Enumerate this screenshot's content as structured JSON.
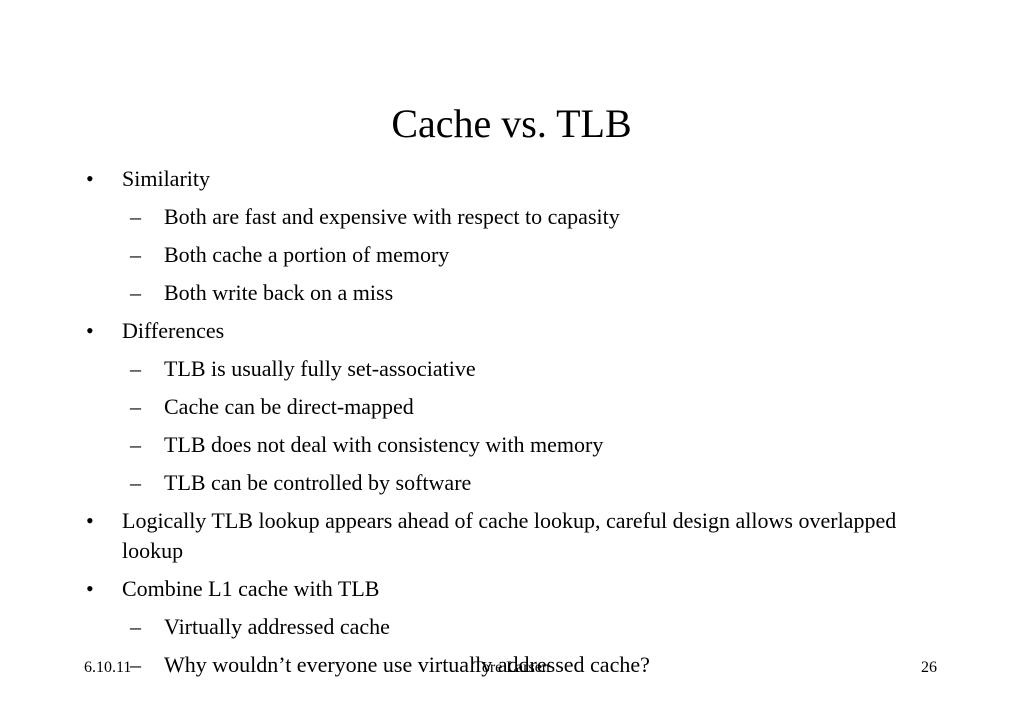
{
  "slide": {
    "title": "Cache vs. TLB",
    "bullet_char": "•",
    "dash_char": "–",
    "items": [
      {
        "text": "Similarity"
      },
      {
        "text": "Both are fast and expensive with respect to capasity"
      },
      {
        "text": "Both cache a portion of memory"
      },
      {
        "text": "Both write back on a miss"
      },
      {
        "text": "Differences"
      },
      {
        "text": "TLB is usually fully set-associative"
      },
      {
        "text": "Cache can be direct-mapped"
      },
      {
        "text": "TLB does not deal with consistency with memory"
      },
      {
        "text": "TLB can be controlled by software"
      },
      {
        "text": "Logically TLB lookup appears ahead of cache lookup, careful design allows overlapped lookup"
      },
      {
        "text": "Combine L1 cache with TLB"
      },
      {
        "text": "Virtually addressed cache"
      },
      {
        "text": "Why wouldn’t everyone use virtually addressed cache?"
      }
    ]
  },
  "footer": {
    "date": "6.10.11",
    "author": "Tore Larsen",
    "page_number": "26"
  }
}
